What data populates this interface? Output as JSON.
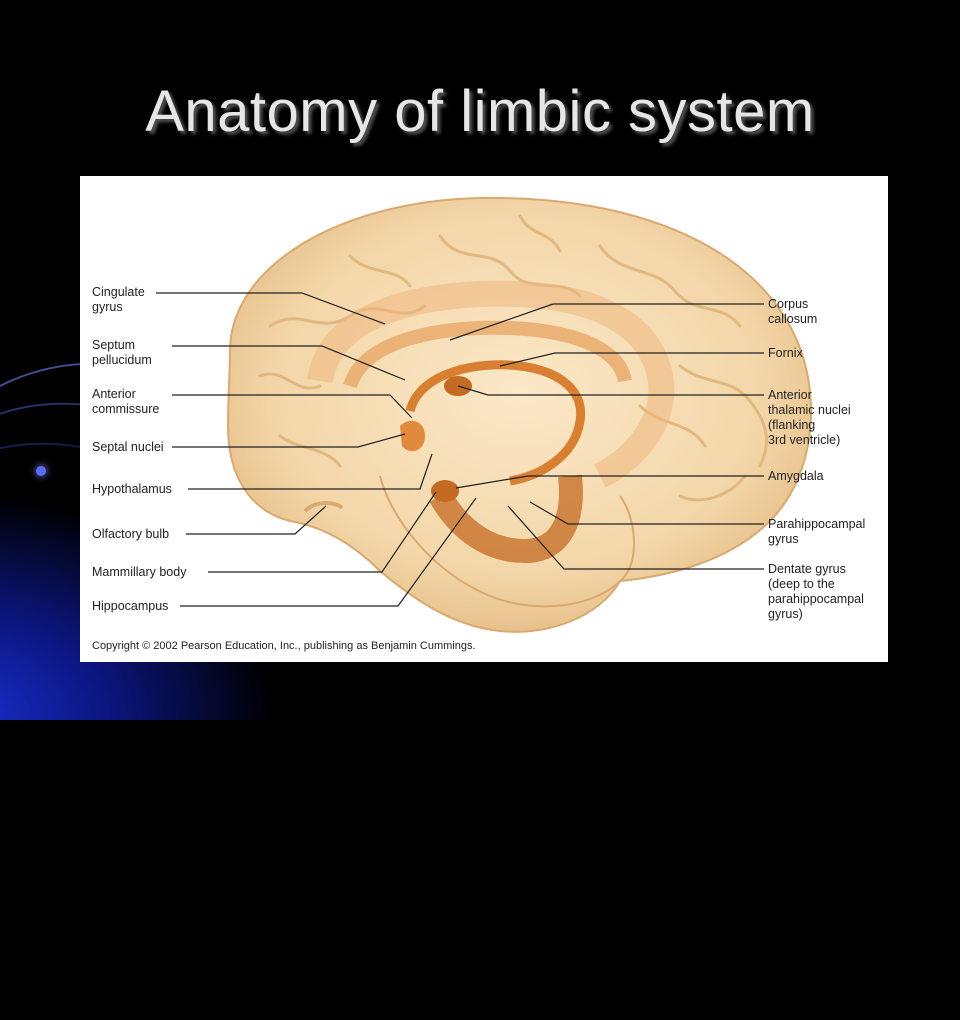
{
  "slide": {
    "title": "Anatomy of limbic system"
  },
  "figure": {
    "labels_left": [
      "Cingulate\ngyrus",
      "Septum\npellucidum",
      "Anterior\ncommissure",
      "Septal nuclei",
      "Hypothalamus",
      "Olfactory bulb",
      "Mammillary body",
      "Hippocampus"
    ],
    "labels_right": [
      "Corpus\ncallosum",
      "Fornix",
      "Anterior\nthalamic nuclei\n(flanking\n3rd ventricle)",
      "Amygdala",
      "Parahippocampal\ngyrus",
      "Dentate gyrus\n(deep to the\nparahippocampal\ngyrus)"
    ],
    "copyright": "Copyright © 2002 Pearson Education, Inc., publishing as Benjamin Cummings."
  },
  "colors": {
    "brain": "#f5dcb4",
    "brain_shadow": "#e3bd8a",
    "limbic": "#e08a3c",
    "limbic_dark": "#c46a22",
    "accent_blue": "#1a2fd0"
  }
}
